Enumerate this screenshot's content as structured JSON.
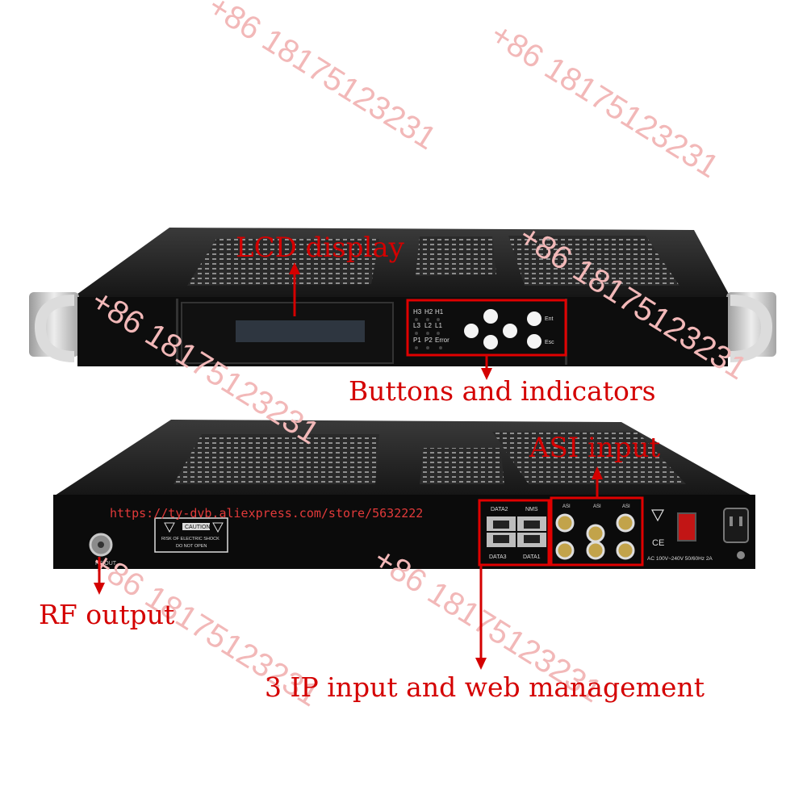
{
  "annotations": {
    "lcd_display": "LCD display",
    "buttons_indicators": "Buttons and indicators",
    "asi_input": "ASI input",
    "rf_output": "RF output",
    "ip_input": "3 IP input and web management"
  },
  "watermarks": {
    "phone": "+86 18175123231",
    "store_url": "https://ty-dvb.aliexpress.com/store/5632222"
  },
  "front_panel": {
    "leds_row1": [
      "H3",
      "H2",
      "H1"
    ],
    "leds_row2": [
      "L3",
      "L2",
      "L1"
    ],
    "leds_row3": [
      "P1",
      "P2",
      "Error"
    ],
    "enter_label": "Ent",
    "esc_label": "Esc"
  },
  "rear_panel": {
    "rf_out": "RF OUT",
    "caution": "CAUTION",
    "caution_line1": "RISK OF ELECTRIC SHOCK",
    "caution_line2": "DO NOT OPEN",
    "port_data2": "DATA2",
    "port_nms": "NMS",
    "port_data3": "DATA3",
    "port_data1": "DATA1",
    "asi_label": "ASI",
    "ce_mark": "CE",
    "power_rating": "AC 100V~240V 50/60Hz 2A"
  },
  "colors": {
    "annotation_red": "#d40000",
    "chassis": "#1c1c1c",
    "rack_ear": "#c8c8c8",
    "watermark": "#f2b8b8"
  }
}
